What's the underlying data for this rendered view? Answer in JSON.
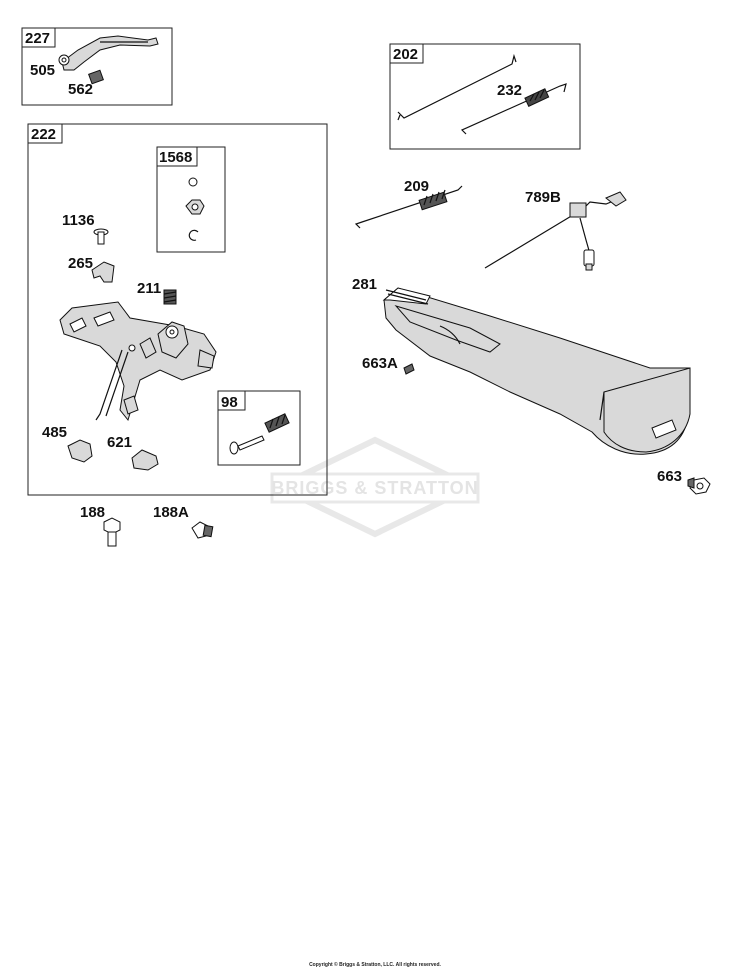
{
  "boxes": {
    "b227": "227",
    "b202": "202",
    "b222": "222",
    "b1568": "1568",
    "b98": "98"
  },
  "callouts": {
    "c505": "505",
    "c562": "562",
    "c232": "232",
    "c209": "209",
    "c789B": "789B",
    "c1136": "1136",
    "c265": "265",
    "c211": "211",
    "c281": "281",
    "c663A": "663A",
    "c485": "485",
    "c621": "621",
    "c663": "663",
    "c188": "188",
    "c188A": "188A"
  },
  "watermark": "BRIGGS & STRATTON",
  "copyright": "Copyright © Briggs & Stratton, LLC. All rights reserved.",
  "colors": {
    "line": "#111111",
    "part_fill": "#d9d9d9",
    "watermark": "#e4e4e4"
  }
}
